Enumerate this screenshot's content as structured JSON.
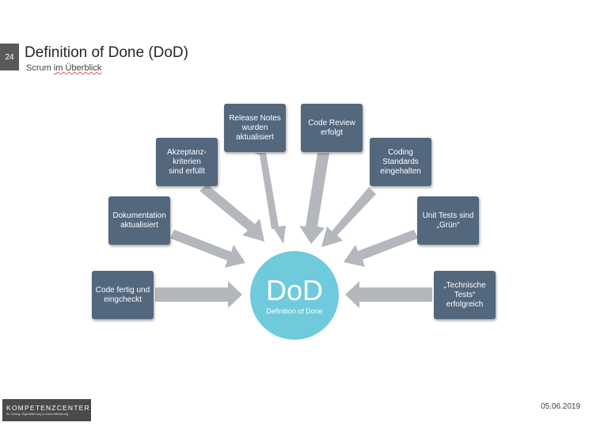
{
  "slide": {
    "number": "24",
    "title": "Definition of Done (DoD)",
    "subtitle_pre": "Scrum ",
    "subtitle_marked": "im Überblick",
    "date": "05.06.2019"
  },
  "center": {
    "big": "DoD",
    "small": "Definition of Done"
  },
  "items": [
    {
      "label": "Code fertig und\neingcheckt"
    },
    {
      "label": "Dokumentation\naktualisiert"
    },
    {
      "label": "Akzeptanz-\nkriterien\nsind erfüllt"
    },
    {
      "label": "Release Notes\nwurden\naktualisiert"
    },
    {
      "label": "Code Review\nerfolgt"
    },
    {
      "label": "Coding\nStandards\neingehalten"
    },
    {
      "label": "Unit Tests sind\n„Grün“"
    },
    {
      "label": "„Technische\nTests“\nerfolgreich"
    }
  ],
  "logo": {
    "main": "KOMPETENZCENTER",
    "sub": "für Dialog, Digitalisierung & Automatisierung"
  },
  "colors": {
    "box": "#53677d",
    "circle": "#6fcadc",
    "arrow": "#b4b8bc",
    "slide_number_bg": "#595959"
  }
}
